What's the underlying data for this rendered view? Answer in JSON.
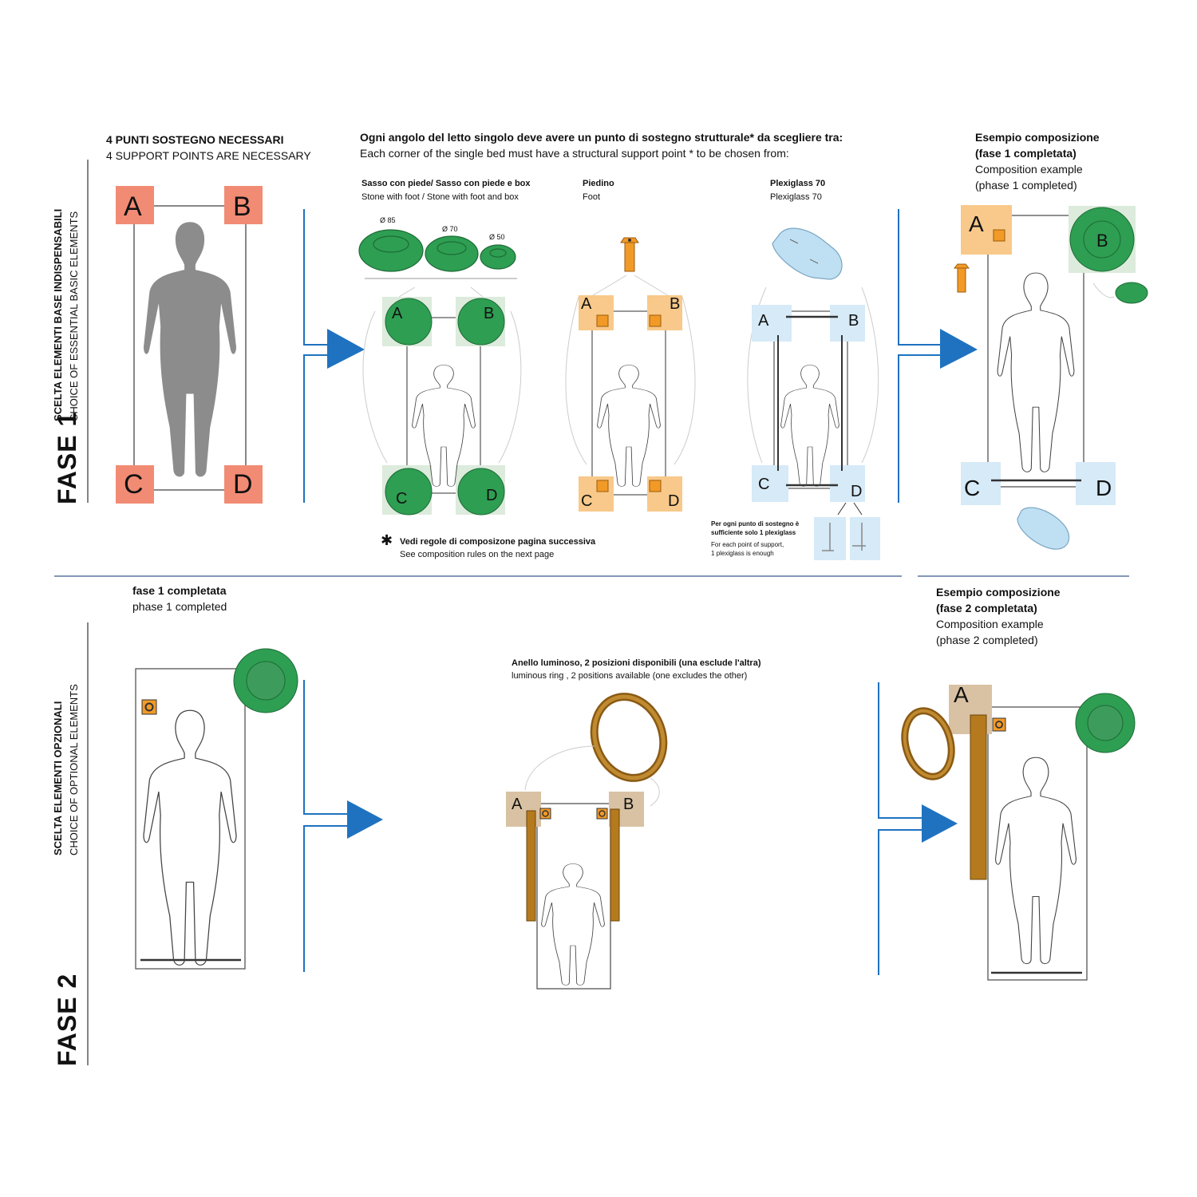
{
  "colors": {
    "salmon": "#f28b74",
    "green": "#2e9e52",
    "green_light": "#dcebdc",
    "orange": "#f29a28",
    "orange_light": "#f8c98a",
    "lightblue": "#d6eaf7",
    "blue_arrow": "#1f72c0",
    "gray_figure": "#8c8c8c",
    "tan": "#d9c2a3",
    "bronze": "#b57a1e"
  },
  "phase1": {
    "fase_label": "FASE 1",
    "side_title": "SCELTA ELEMENTI BASE INDISPENSABILI",
    "side_subtitle": "CHOICE OF ESSENTIAL BASIC ELEMENTS",
    "support_title": "4 PUNTI SOSTEGNO NECESSARI",
    "support_subtitle": "4 SUPPORT POINTS ARE NECESSARY",
    "corners": [
      "A",
      "B",
      "C",
      "D"
    ],
    "main_title": "Ogni angolo del letto singolo deve avere un  punto di sostegno strutturale* da scegliere tra:",
    "main_subtitle": "Each corner of the single bed must have a structural support point * to be chosen from:",
    "options": [
      {
        "title": "Sasso con piede/ Sasso con piede e box",
        "subtitle": "Stone with foot / Stone with foot and box"
      },
      {
        "title": "Piedino",
        "subtitle": "Foot"
      },
      {
        "title": "Plexiglass 70",
        "subtitle": "Plexiglass 70"
      }
    ],
    "diameters": [
      "Ø 85",
      "Ø 70",
      "Ø 50"
    ],
    "note_star": "✱",
    "note_title": "Vedi regole di composizone pagina successiva",
    "note_subtitle": "See composition rules on the next page",
    "plexi_note": [
      "Per ogni punto di sostegno è",
      "sufficiente solo 1 plexiglass",
      "For each point of support,",
      "1 plexiglass is enough"
    ],
    "example_title_1": "Esempio composizione",
    "example_title_2": "(fase 1 completata)",
    "example_sub_1": "Composition example",
    "example_sub_2": "(phase 1 completed)"
  },
  "phase2": {
    "fase_label": "FASE 2",
    "side_title": "SCELTA ELEMENTI OPZIONALI",
    "side_subtitle": "CHOICE OF OPTIONAL ELEMENTS",
    "start_title": "fase 1 completata",
    "start_subtitle": "phase 1 completed",
    "ring_title": "Anello luminoso, 2 posizioni disponibili (una esclude l'altra)",
    "ring_subtitle": "luminous ring , 2 positions available (one excludes the other)",
    "ring_labels": [
      "A",
      "B"
    ],
    "example_label": "A",
    "example_title_1": "Esempio composizione",
    "example_title_2": "(fase 2 completata)",
    "example_sub_1": "Composition example",
    "example_sub_2": "(phase 2 completed)"
  }
}
